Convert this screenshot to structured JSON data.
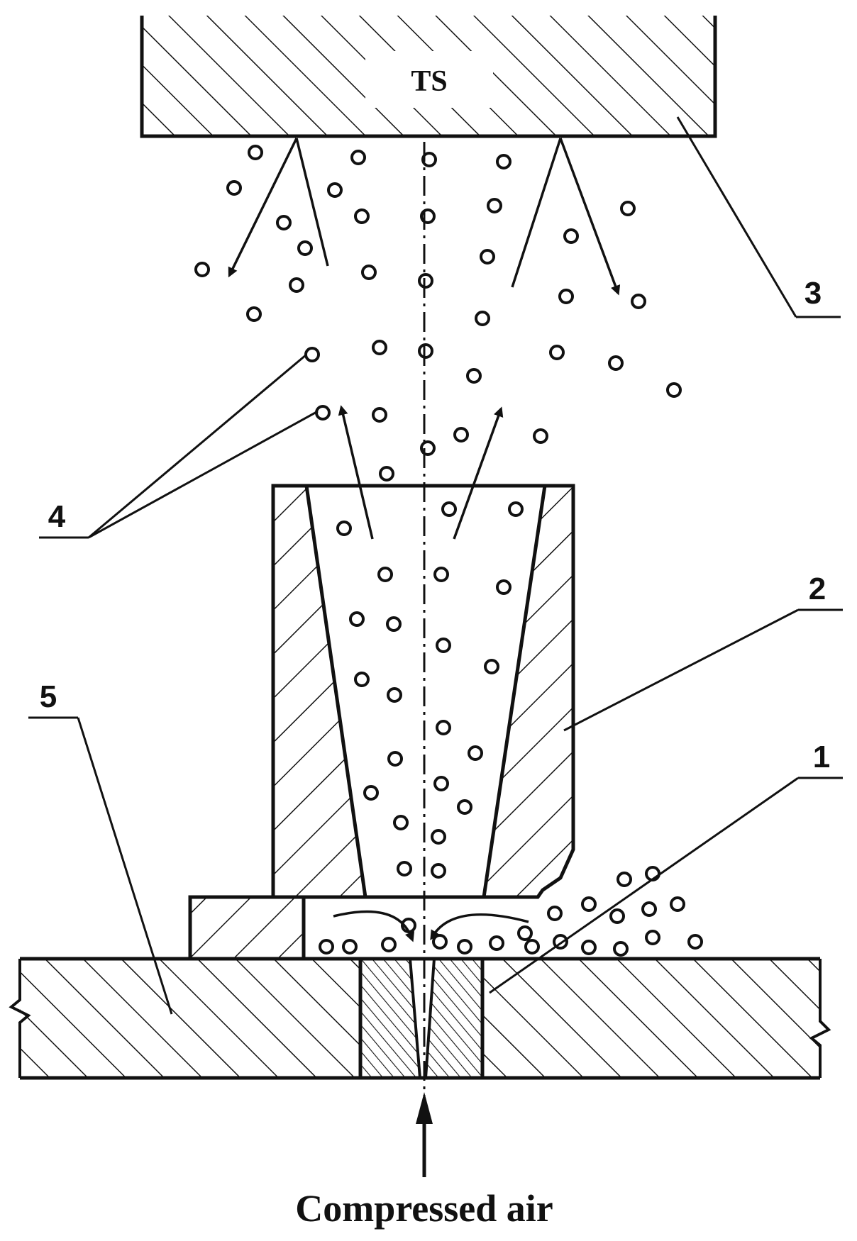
{
  "target_label": "TS",
  "caption": "Compressed air",
  "part_labels": {
    "p1": "1",
    "p2": "2",
    "p3": "3",
    "p4": "4",
    "p5": "5"
  },
  "colors": {
    "ink": "#111111",
    "background": "#ffffff"
  }
}
